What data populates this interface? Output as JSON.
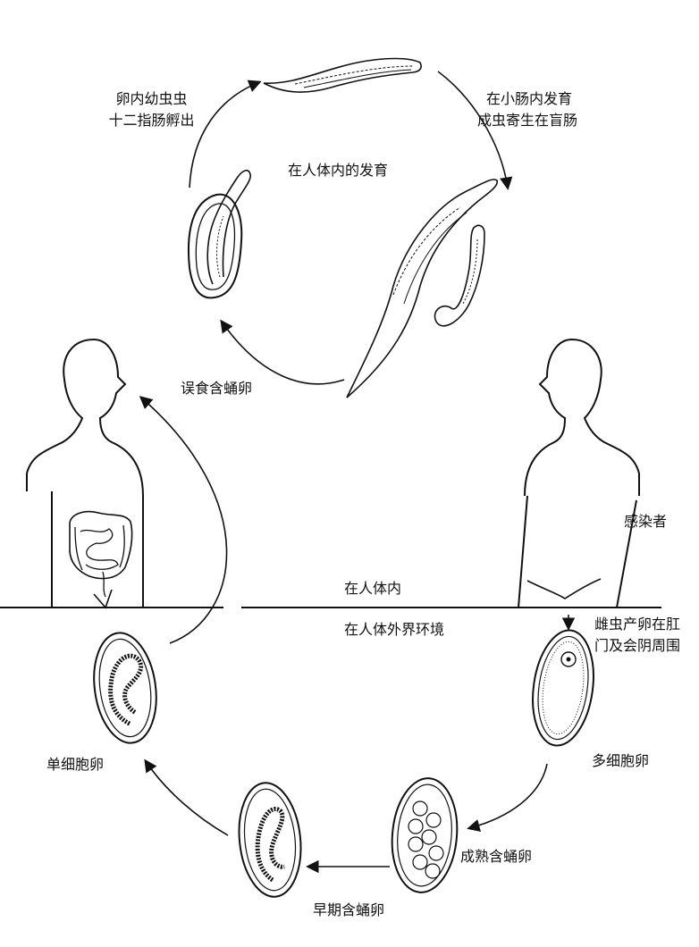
{
  "labels": {
    "hatch_line1": "卵内幼虫虫",
    "hatch_line2": "十二指肠孵出",
    "develop_line1": "在小肠内发育",
    "develop_line2": "成虫寄生在盲肠",
    "in_body_dev": "在人体内的发育",
    "ingest": "误食含蛹卵",
    "infected": "感染者",
    "in_body": "在人体内",
    "outside_env": "在人体外界环境",
    "female_line1": "雌虫产卵在肛",
    "female_line2": "门及会阴周围",
    "multi_cell": "多细胞卵",
    "single_cell": "单细胞卵",
    "mature": "成熟含蛹卵",
    "early": "早期含蛹卵"
  },
  "colors": {
    "ink": "#111111",
    "paper": "#ffffff"
  }
}
